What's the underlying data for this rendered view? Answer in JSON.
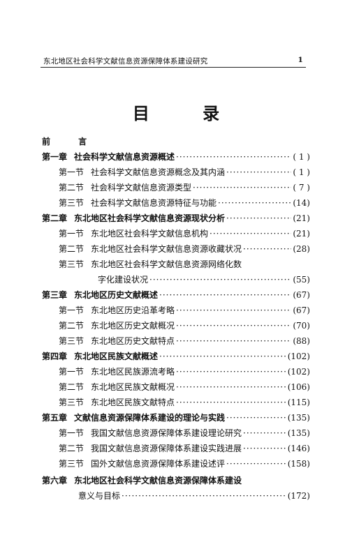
{
  "header": {
    "title": "东北地区社会科学文献信息资源保障体系建设研究",
    "page": "1"
  },
  "toc_title": "目 录",
  "toc": {
    "preface": "前 言",
    "rows": [
      {
        "num": "第一章",
        "text": "社会科学文献信息资源概述",
        "page": "( 1 )"
      },
      {
        "num": "第一节",
        "text": "社会科学文献信息资源概念及其内涵",
        "page": "( 1 )"
      },
      {
        "num": "第二节",
        "text": "社会科学文献信息资源类型",
        "page": "( 7 )"
      },
      {
        "num": "第三节",
        "text": "社会科学文献信息资源特征与功能",
        "page": "(14)"
      },
      {
        "num": "第二章",
        "text": "东北地区社会科学文献信息资源现状分析",
        "page": "(21)"
      },
      {
        "num": "第一节",
        "text": "东北地区社会科学文献信息机构",
        "page": "(21)"
      },
      {
        "num": "第二节",
        "text": "东北地区社会科学文献信息资源收藏状况",
        "page": "(28)"
      },
      {
        "num": "第三节",
        "text": "东北地区社会科学文献信息资源网络化数",
        "page": ""
      },
      {
        "num": "",
        "text": "字化建设状况",
        "page": "(55)"
      },
      {
        "num": "第三章",
        "text": "东北地区历史文献概述",
        "page": "(67)"
      },
      {
        "num": "第一节",
        "text": "东北地区历史沿革考略",
        "page": "(67)"
      },
      {
        "num": "第二节",
        "text": "东北地区历史文献概况",
        "page": "(70)"
      },
      {
        "num": "第三节",
        "text": "东北地区历史文献特点",
        "page": "(88)"
      },
      {
        "num": "第四章",
        "text": "东北地区民族文献概述",
        "page": "(102)"
      },
      {
        "num": "第一节",
        "text": "东北地区民族源流考略",
        "page": "(102)"
      },
      {
        "num": "第二节",
        "text": "东北地区民族文献概况",
        "page": "(106)"
      },
      {
        "num": "第三节",
        "text": "东北地区民族文献特点",
        "page": "(115)"
      },
      {
        "num": "第五章",
        "text": "文献信息资源保障体系建设的理论与实践",
        "page": "(135)"
      },
      {
        "num": "第一节",
        "text": "我国文献信息资源保障体系建设理论研究",
        "page": "(135)"
      },
      {
        "num": "第二节",
        "text": "我国文献信息资源保障体系建设实践进展",
        "page": "(146)"
      },
      {
        "num": "第三节",
        "text": "国外文献信息资源保障体系建设述评",
        "page": "(158)"
      },
      {
        "num": "第六章",
        "text": "东北地区社会科学文献信息资源保障体系建设",
        "page": ""
      },
      {
        "num": "",
        "text": "意义与目标",
        "page": "(172)"
      }
    ]
  }
}
